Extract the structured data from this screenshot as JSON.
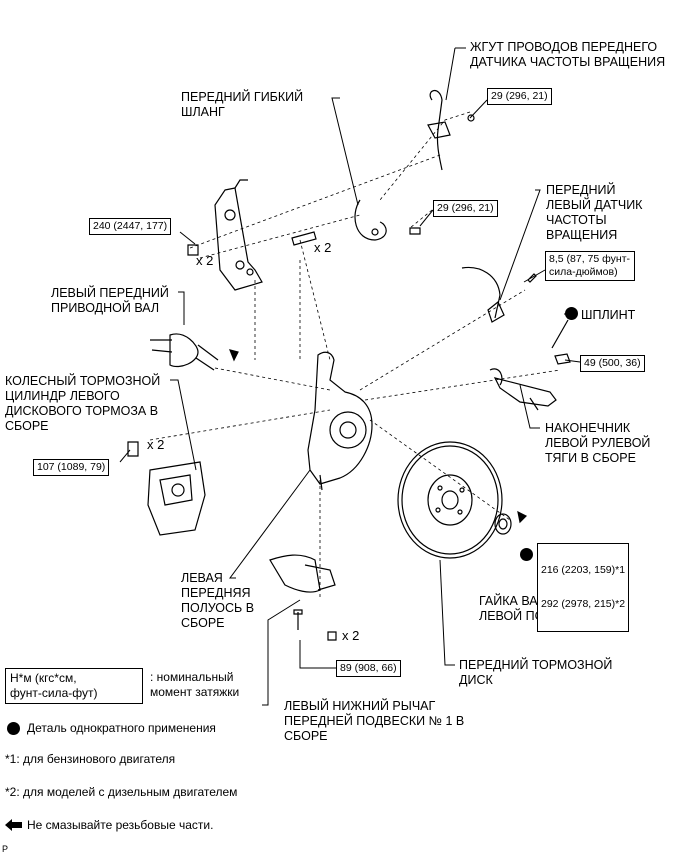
{
  "labels": {
    "wire_harness": "ЖГУТ ПРОВОДОВ ПЕРЕДНЕГО\nДАТЧИКА ЧАСТОТЫ ВРАЩЕНИЯ",
    "flex_hose": "ПЕРЕДНИЙ ГИБКИЙ\nШЛАНГ",
    "speed_sensor": "ПЕРЕДНИЙ\nЛЕВЫЙ ДАТЧИК\nЧАСТОТЫ\nВРАЩЕНИЯ",
    "drive_shaft": "ЛЕВЫЙ ПЕРЕДНИЙ\nПРИВОДНОЙ ВАЛ",
    "cotter_pin": "ШПЛИНТ",
    "brake_cylinder": "КОЛЕСНЫЙ ТОРМОЗНОЙ\nЦИЛИНДР ЛЕВОГО\nДИСКОВОГО ТОРМОЗА В\nСБОРЕ",
    "tie_rod_end": "НАКОНЕЧНИК\nЛЕВОЙ РУЛЕВОЙ\nТЯГИ В СБОРЕ",
    "axle_hub": "ЛЕВАЯ\nПЕРЕДНЯЯ\nПОЛУОСЬ В\nСБОРЕ",
    "axle_nut": "ГАЙКА ВАЛА ПЕРЕДНЕЙ\nЛЕВОЙ ПОЛУОСИ",
    "brake_disc": "ПЕРЕДНИЙ ТОРМОЗНОЙ\nДИСК",
    "lower_arm": "ЛЕВЫЙ НИЖНИЙ РЫЧАГ\nПЕРЕДНЕЙ ПОДВЕСКИ № 1 В\nСБОРЕ"
  },
  "torques": {
    "harness_bolt": "29 (296, 21)",
    "hose_bolt": "29 (296, 21)",
    "knuckle_bolt": "240 (2447, 177)",
    "sensor_bolt": "8,5 (87, 75 фунт-\nсила-дюймов)",
    "tie_rod_nut": "49 (500, 36)",
    "caliper_bolt": "107 (1089, 79)",
    "axle_nut_1": "216 (2203, 159)*1",
    "axle_nut_2": "292 (2978, 215)*2",
    "lower_arm_bolt": "89 (908, 66)"
  },
  "multipliers": {
    "knuckle_nut": "x 2",
    "knuckle_bolt": "x 2",
    "caliper_bolt": "x 2",
    "lower_arm_nut": "x 2"
  },
  "legend": {
    "unit_box": "Н*м (кгс*см,\nфунт-сила-фут)",
    "unit_desc": ": номинальный\nмомент затяжки",
    "non_reusable": "Деталь однократного применения",
    "note1": "*1: для бензинового двигателя",
    "note2": "*2: для моделей с дизельным двигателем",
    "no_grease": "Не смазывайте резьбовые части.",
    "page_mark": "P"
  }
}
